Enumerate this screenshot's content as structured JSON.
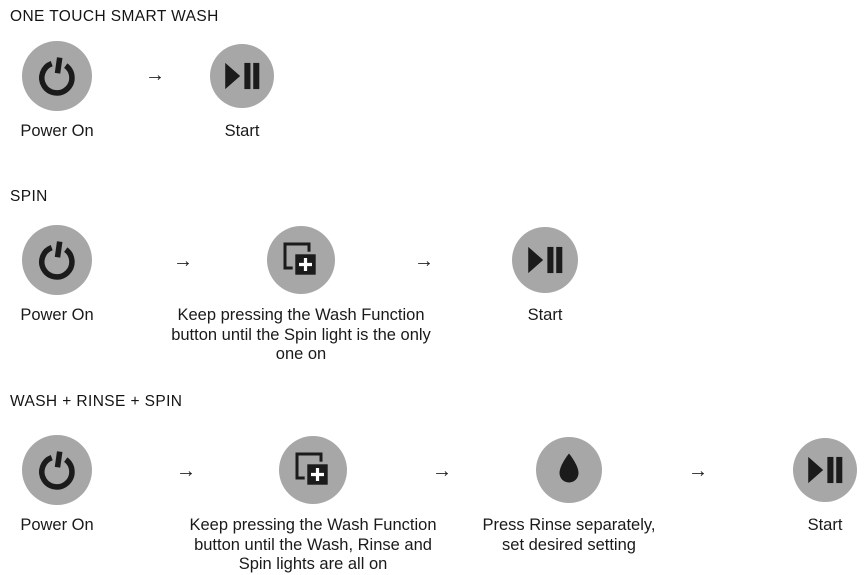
{
  "colors": {
    "background": "#ffffff",
    "button_circle": "#a7a7a7",
    "icon": "#1b1b1b",
    "text": "#1a1a1a"
  },
  "glyphs": {
    "arrow": "→"
  },
  "sections": [
    {
      "title": "ONE TOUCH SMART WASH",
      "steps": [
        {
          "icon": "power-icon",
          "label": "Power On"
        },
        {
          "icon": "play-pause-icon",
          "label": "Start"
        }
      ]
    },
    {
      "title": "SPIN",
      "steps": [
        {
          "icon": "power-icon",
          "label": "Power On"
        },
        {
          "icon": "wash-function-icon",
          "label": "Keep pressing the Wash Function\nbutton until the Spin light is the only\none on"
        },
        {
          "icon": "play-pause-icon",
          "label": "Start"
        }
      ]
    },
    {
      "title": "WASH + RINSE + SPIN",
      "steps": [
        {
          "icon": "power-icon",
          "label": "Power On"
        },
        {
          "icon": "wash-function-icon",
          "label": "Keep pressing the Wash Function\nbutton until the Wash, Rinse and\nSpin lights are all on"
        },
        {
          "icon": "rinse-drop-icon",
          "label": "Press Rinse separately,\nset desired setting"
        },
        {
          "icon": "play-pause-icon",
          "label": "Start"
        }
      ]
    }
  ]
}
